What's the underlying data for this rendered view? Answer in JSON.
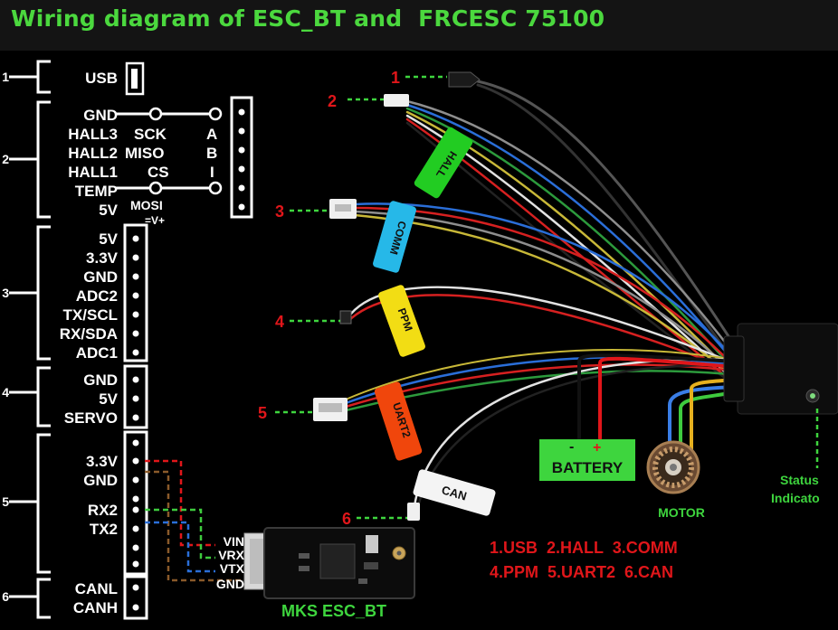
{
  "title": "Wiring diagram of ESC_BT and  FRCESC 75100",
  "colors": {
    "title": "#4bd83e",
    "green": "#3ed53e",
    "red": "#e0161a",
    "white": "#ffffff"
  },
  "groups": [
    {
      "number": "1",
      "pins": [
        "USB"
      ]
    },
    {
      "number": "2",
      "pins": [
        "GND",
        "HALL3",
        "HALL2",
        "HALL1",
        "TEMP",
        "5V"
      ]
    },
    {
      "number": "3",
      "pins": [
        "5V",
        "3.3V",
        "GND",
        "ADC2",
        "TX/SCL",
        "RX/SDA",
        "ADC1"
      ]
    },
    {
      "number": "4",
      "pins": [
        "GND",
        "5V",
        "SERVO"
      ]
    },
    {
      "number": "5",
      "pins": [
        "3.3V",
        "GND",
        "",
        "RX2",
        "TX2"
      ]
    },
    {
      "number": "6",
      "pins": [
        "CANL",
        "CANH"
      ]
    }
  ],
  "spi": {
    "labels": [
      "SCK",
      "MISO",
      "CS",
      "MOSI",
      "=V+"
    ],
    "connector_labels": [
      "A",
      "B",
      "I"
    ]
  },
  "cable_numbers": [
    "1",
    "2",
    "3",
    "4",
    "5",
    "6"
  ],
  "tags": {
    "hall": "HALL",
    "comm": "COMM",
    "ppm": "PPM",
    "uart": "UART2",
    "can": "CAN"
  },
  "module": {
    "name": "MKS ESC_BT",
    "pins": [
      "VIN",
      "VRX",
      "VTX",
      "GND"
    ]
  },
  "battery": {
    "label": "BATTERY",
    "minus": "-",
    "plus": "+"
  },
  "motor": {
    "label": "MOTOR"
  },
  "status": {
    "label_1": "Status",
    "label_2": "Indicato"
  },
  "legend": {
    "line1": "1.USB  2.HALL  3.COMM",
    "line2": "4.PPM  5.UART2  6.CAN"
  }
}
